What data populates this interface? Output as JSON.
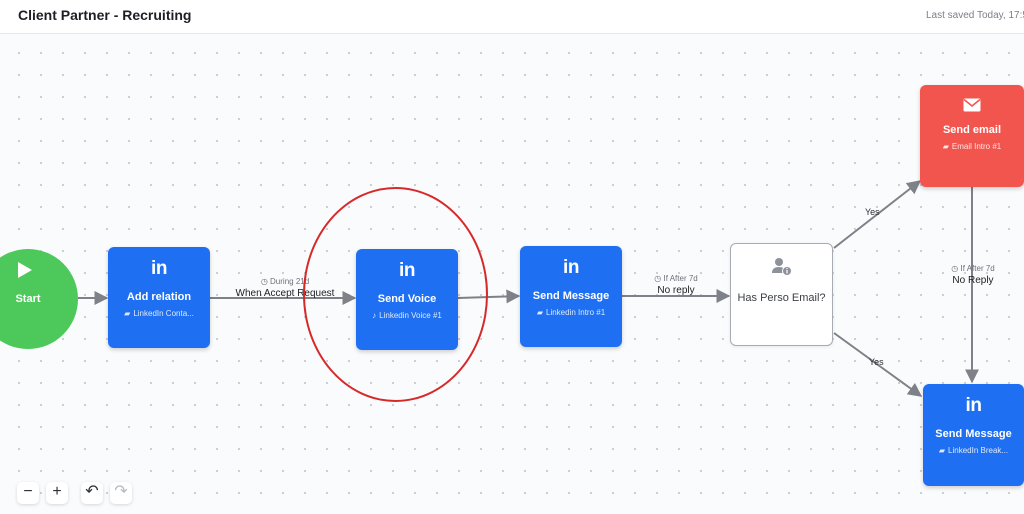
{
  "header": {
    "title": "Client Partner - Recruiting",
    "saved": "Last saved Today, 17:5"
  },
  "start": {
    "label": "Start"
  },
  "nodes": {
    "add_relation": {
      "icon": "in",
      "name": "Add relation",
      "sub": "LinkedIn Conta..."
    },
    "send_voice": {
      "icon": "in",
      "name": "Send Voice",
      "sub": "Linkedin Voice #1"
    },
    "send_message_1": {
      "icon": "in",
      "name": "Send Message",
      "sub": "Linkedin Intro #1"
    },
    "condition": {
      "name": "Has Perso Email?"
    },
    "send_email": {
      "name": "Send email",
      "sub": "Email Intro #1"
    },
    "send_message_2": {
      "icon": "in",
      "name": "Send Message",
      "sub": "LinkedIn Break..."
    }
  },
  "edge_labels": {
    "during": "During 21d",
    "when_accept": "When Accept Request",
    "if_after_1": "If After 7d",
    "no_reply_1": "No reply",
    "yes_top": "Yes",
    "yes_bottom": "Yes",
    "if_after_2": "If After 7d",
    "no_reply_2": "No Reply"
  },
  "icons": {
    "play": "play-icon",
    "linkedin": "linkedin-icon",
    "message": "message-icon",
    "mic": "microphone-icon",
    "clock": "clock-icon",
    "envelope": "envelope-icon",
    "person_info": "person-info-icon"
  },
  "colors": {
    "linkedin_blue": "#1f6ff2",
    "email_red": "#f2554e",
    "start_green": "#4cc95a",
    "highlight_red": "#d62a2a"
  },
  "toolbar": {
    "zoom_out": "−",
    "zoom_in": "+",
    "undo": "↶",
    "redo": "↷"
  }
}
